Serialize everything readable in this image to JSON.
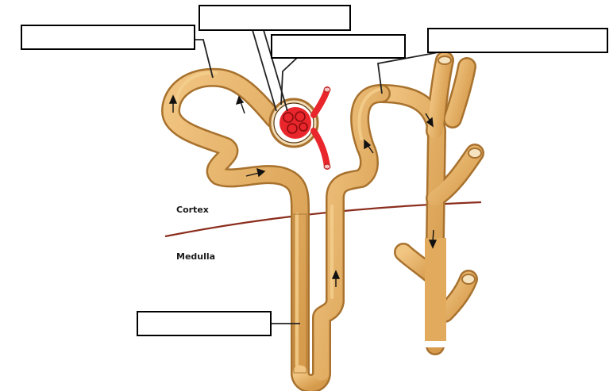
{
  "regions": {
    "cortex": "Cortex",
    "medulla": "Medulla"
  },
  "blank_labels": [
    {
      "id": "top-left",
      "text": ""
    },
    {
      "id": "top-center",
      "text": ""
    },
    {
      "id": "center",
      "text": ""
    },
    {
      "id": "top-right",
      "text": ""
    },
    {
      "id": "bottom-left",
      "text": ""
    }
  ],
  "colors": {
    "tubule_fill": "#e2aa5c",
    "tubule_outline": "#a8722e",
    "tubule_highlight": "#f4cf8e",
    "glomerulus": "#e8262b",
    "boundary": "#8b2e1e",
    "arrow": "#111111",
    "leader": "#222222"
  }
}
